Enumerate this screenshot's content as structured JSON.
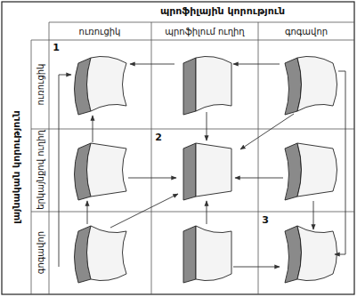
{
  "diagram": {
    "title": "պրոֆիլային կորություն",
    "labels": [
      "ուռուցիկ",
      "պրոֆիլում ուղիղ",
      "գոգավոր",
      "լայնական կորություն",
      "ուռուցիկ",
      "երկայնքով ուղիղ",
      "գոգավոր",
      "1",
      "2",
      "3"
    ]
  }
}
